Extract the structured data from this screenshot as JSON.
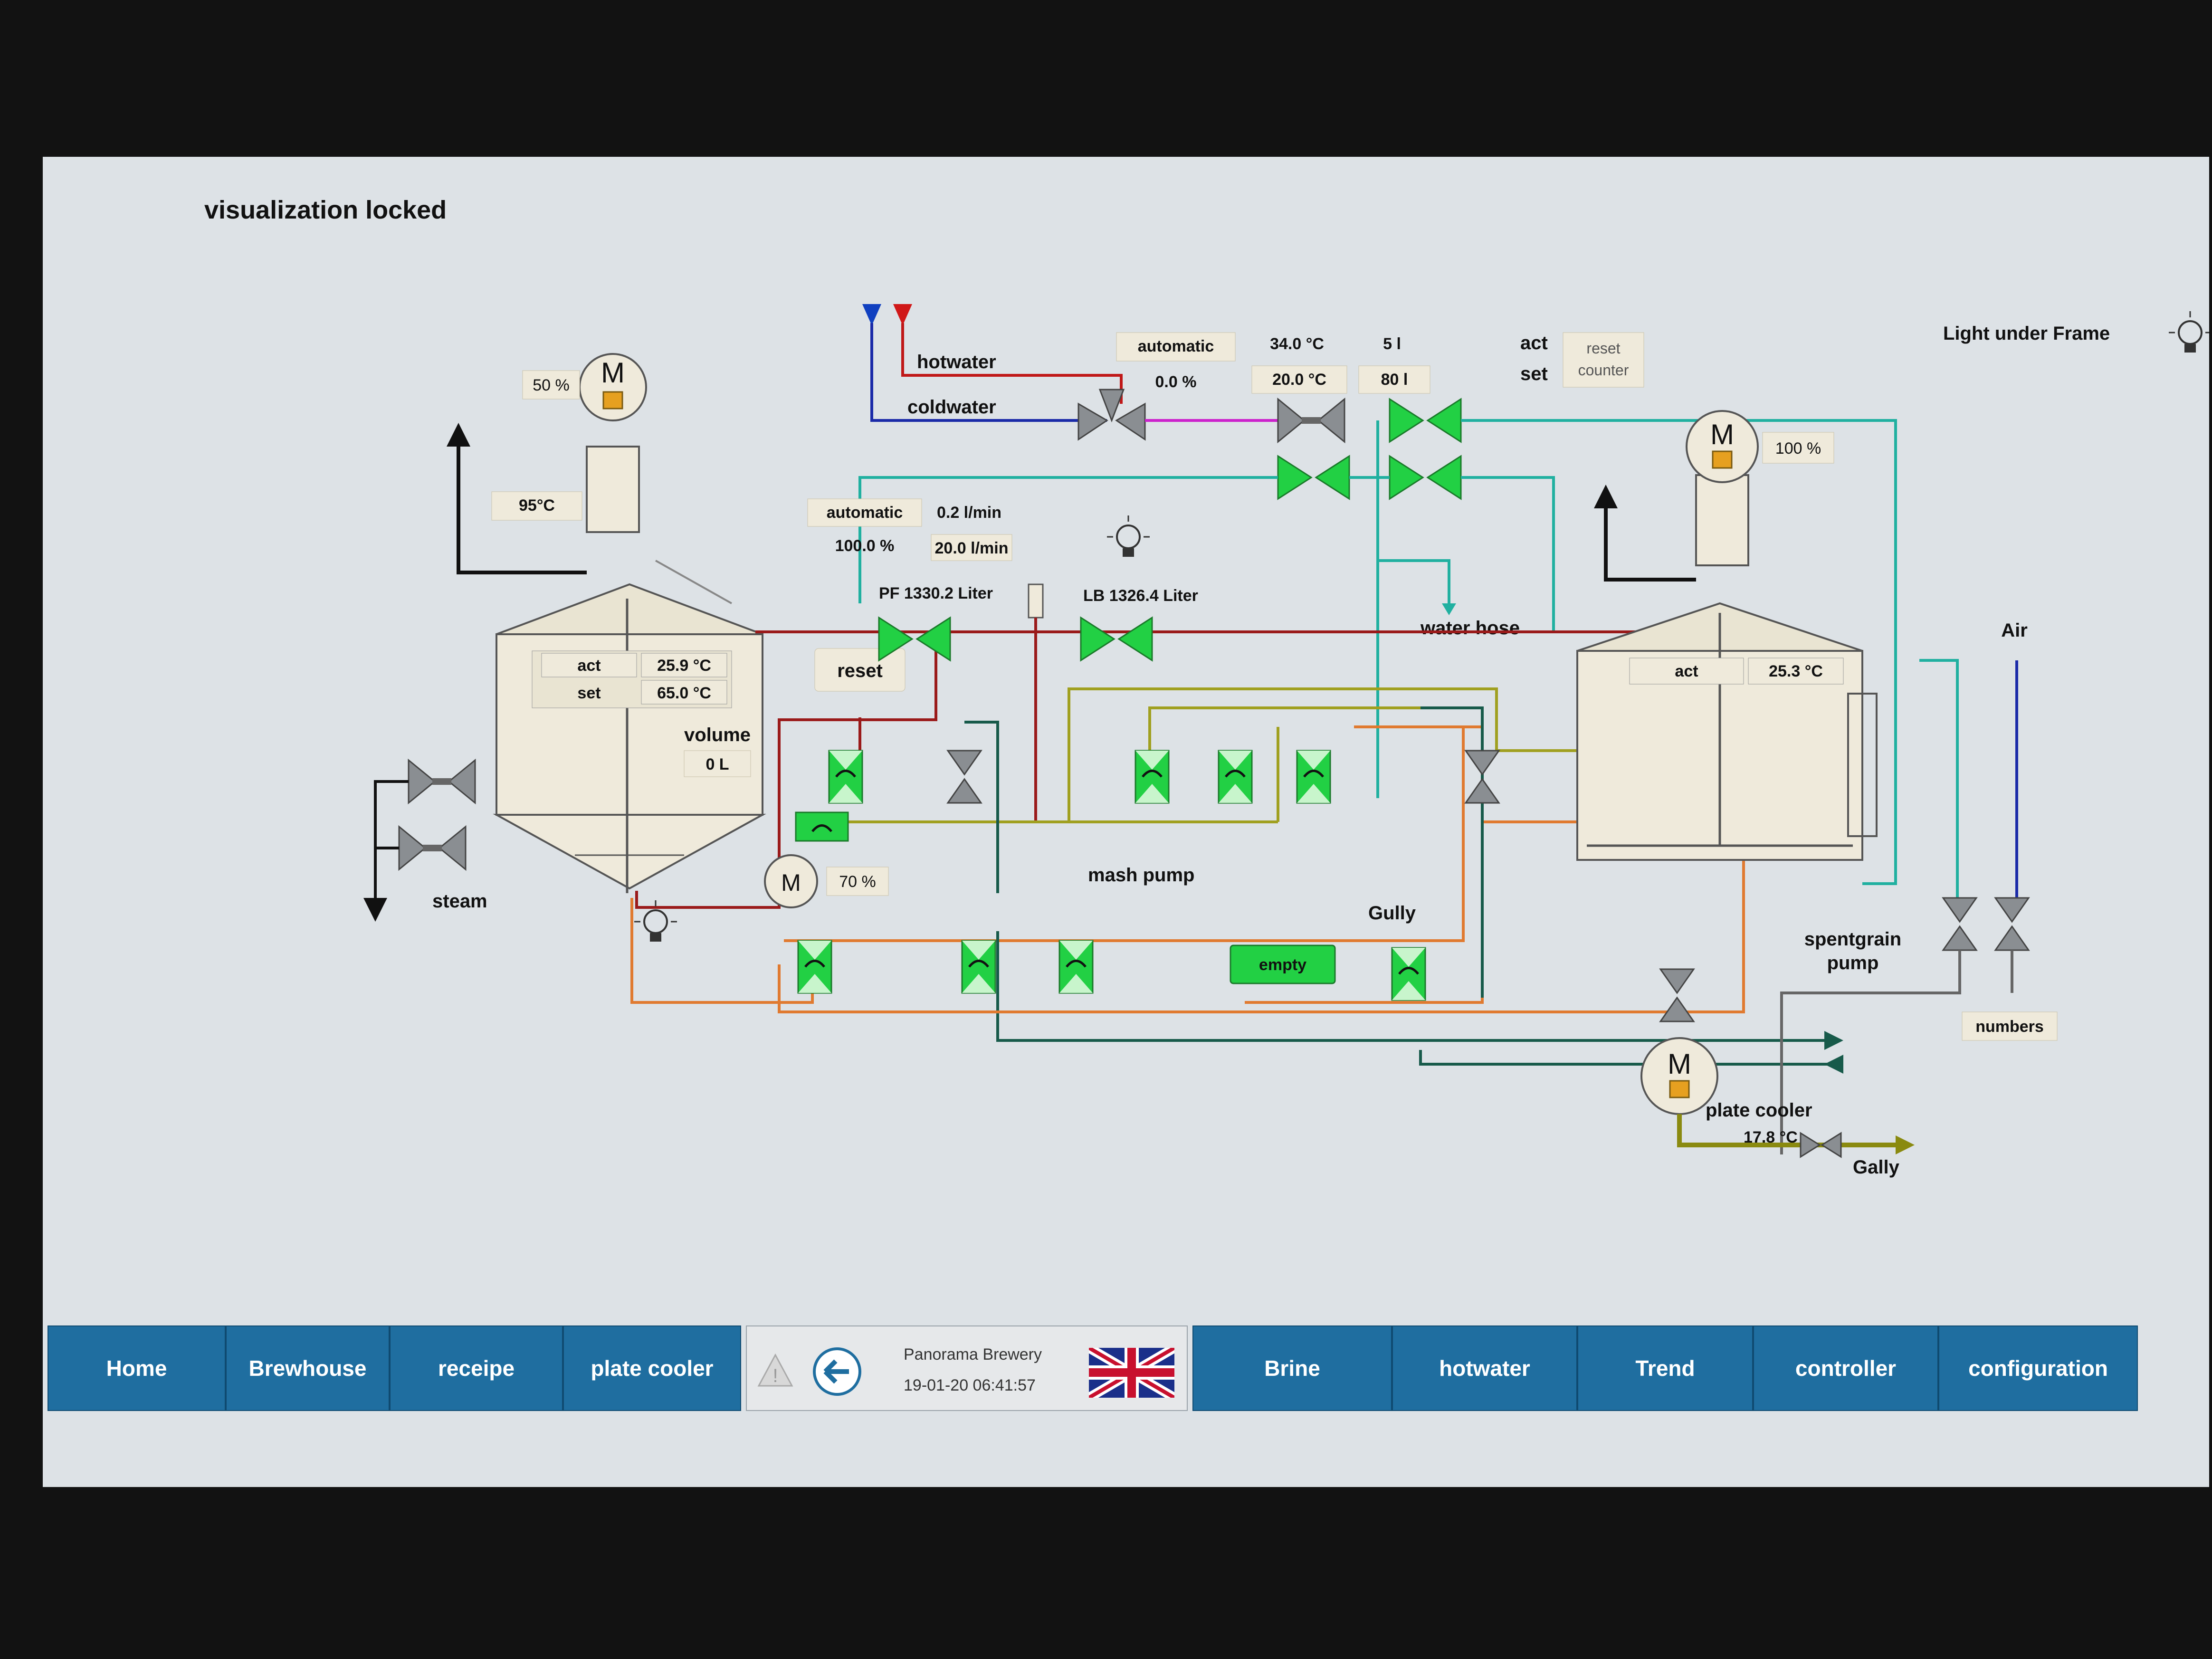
{
  "header": {
    "title": "visualization locked",
    "light_label": "Light under Frame"
  },
  "water": {
    "hotwater": "hotwater",
    "coldwater": "coldwater",
    "mode": "automatic",
    "valve_pct": "0.0 %",
    "temp_act": "34.0 °C",
    "temp_set": "20.0 °C",
    "vol_act": "5 l",
    "vol_set": "80 l",
    "act_label": "act",
    "set_label": "set",
    "reset_counter": "reset counter",
    "water_hose": "water hose"
  },
  "mash_tun": {
    "agitator_pct": "50 %",
    "temp_limit": "95°C",
    "act_label": "act",
    "act_value": "25.9 °C",
    "set_label": "set",
    "set_value": "65.0 °C",
    "volume_label": "volume",
    "volume_value": "0 L",
    "steam": "steam",
    "reset": "reset"
  },
  "flow": {
    "mode": "automatic",
    "pct": "100.0 %",
    "act_rate": "0.2 l/min",
    "set_rate": "20.0 l/min",
    "pf": "PF  1330.2 Liter",
    "lb": "LB  1326.4 Liter"
  },
  "pump": {
    "speed": "70 %",
    "mash_pump": "mash pump",
    "gully": "Gully",
    "empty": "empty",
    "motor_letter": "M"
  },
  "lauter_tun": {
    "agitator_pct": "100 %",
    "act_label": "act",
    "act_value": "25.3 °C",
    "air": "Air",
    "numbers": "numbers",
    "spentgrain_pump": "spentgrain pump",
    "gally": "Gally"
  },
  "plate_cooler": {
    "label": "plate cooler",
    "temp": "17.8 °C"
  },
  "nav": {
    "left": [
      "Home",
      "Brewhouse",
      "receipe",
      "plate cooler"
    ],
    "right": [
      "Brine",
      "hotwater",
      "Trend",
      "controller",
      "configuration"
    ]
  },
  "status": {
    "brewery": "Panorama Brewery",
    "datetime": "19-01-20 06:41:57"
  },
  "colors": {
    "nav": "#1f6ea0",
    "valve_open": "#22d044",
    "valve_closed": "#8a8e92",
    "background": "#dde2e6"
  }
}
